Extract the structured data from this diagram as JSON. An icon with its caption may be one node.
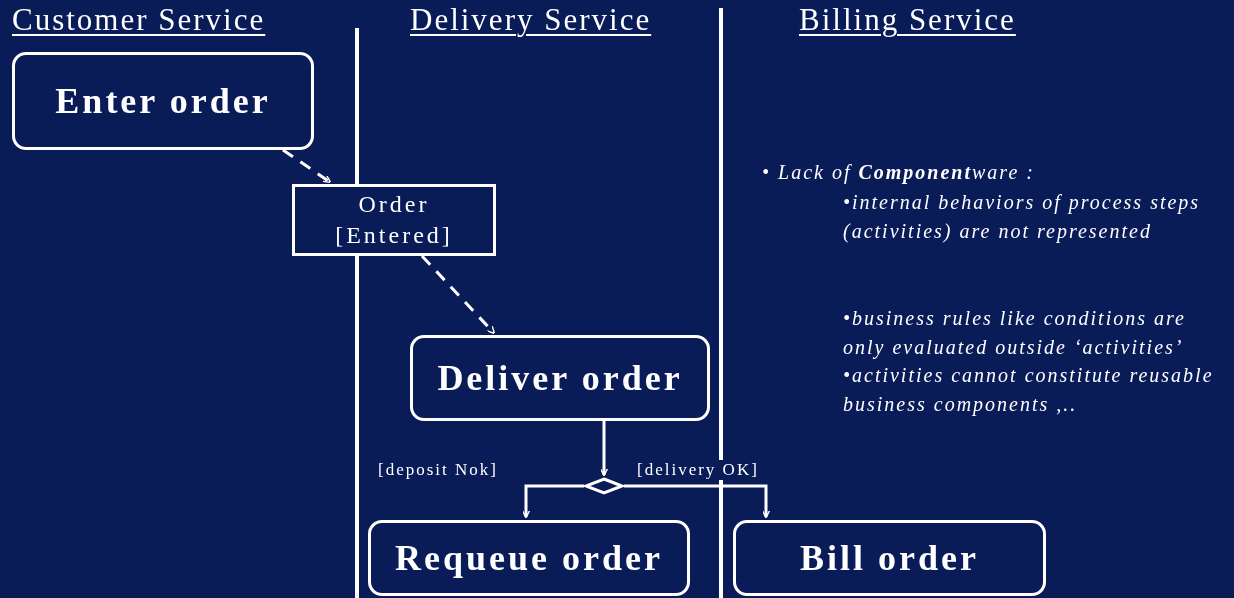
{
  "diagram": {
    "nodes": [
      {
        "text": [
          "Enter order"
        ]
      },
      {
        "text": [
          "Order [Entered]"
        ]
      },
      {
        "text": [
          "Deliver order"
        ]
      },
      {
        "text": [],
        "shape": "diamond"
      },
      {
        "text": [
          "Requeue order"
        ]
      },
      {
        "text": [
          "Bill order"
        ]
      }
    ],
    "edges": [
      {
        "from": 0,
        "to": 1,
        "arrow": "to",
        "style": "dashed"
      },
      {
        "from": 1,
        "to": 2,
        "arrow": "to",
        "style": "dashed"
      },
      {
        "from": 2,
        "to": 3,
        "arrow": "to"
      },
      {
        "from": 3,
        "to": 4,
        "arrow": "to",
        "label": "[deposit Nok]"
      },
      {
        "from": 3,
        "to": 5,
        "arrow": "to",
        "label": "[delivery OK]"
      }
    ],
    "labels": [
      "Customer Service",
      "Delivery Service",
      "Billing Service",
      "• Lack of **Component**ware :",
      "•internal behaviors of process steps (activities) are not represented",
      "•business rules like conditions are only evaluated outside ‘activities’",
      "•activities cannot constitute reusable business components ,.."
    ]
  }
}
